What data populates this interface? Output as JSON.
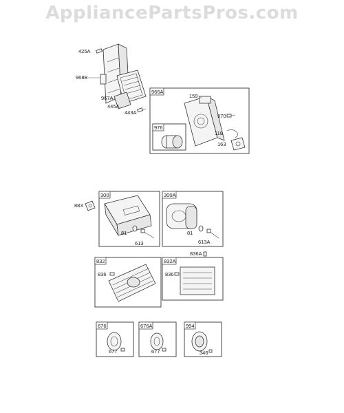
{
  "watermark": "AppliancePartsPros.com",
  "callouts": {
    "c425A": "425A",
    "c968B": "968B",
    "c967A": "967A",
    "c445A": "445A",
    "c443A": "443A",
    "c966A": "966A",
    "c159": "159",
    "c970": "970",
    "c976": "976",
    "c118": "118",
    "c163": "163",
    "c883": "883",
    "c300": "300",
    "c81a": "81",
    "c613": "613",
    "c300A": "300A",
    "c81b": "81",
    "c613A": "613A",
    "c836A": "836A",
    "c832": "832",
    "c836a": "836",
    "c832A": "832A",
    "c836b": "836",
    "c676": "676",
    "c677a": "677",
    "c676A": "676A",
    "c677b": "677",
    "c994": "994",
    "c346": "346"
  }
}
